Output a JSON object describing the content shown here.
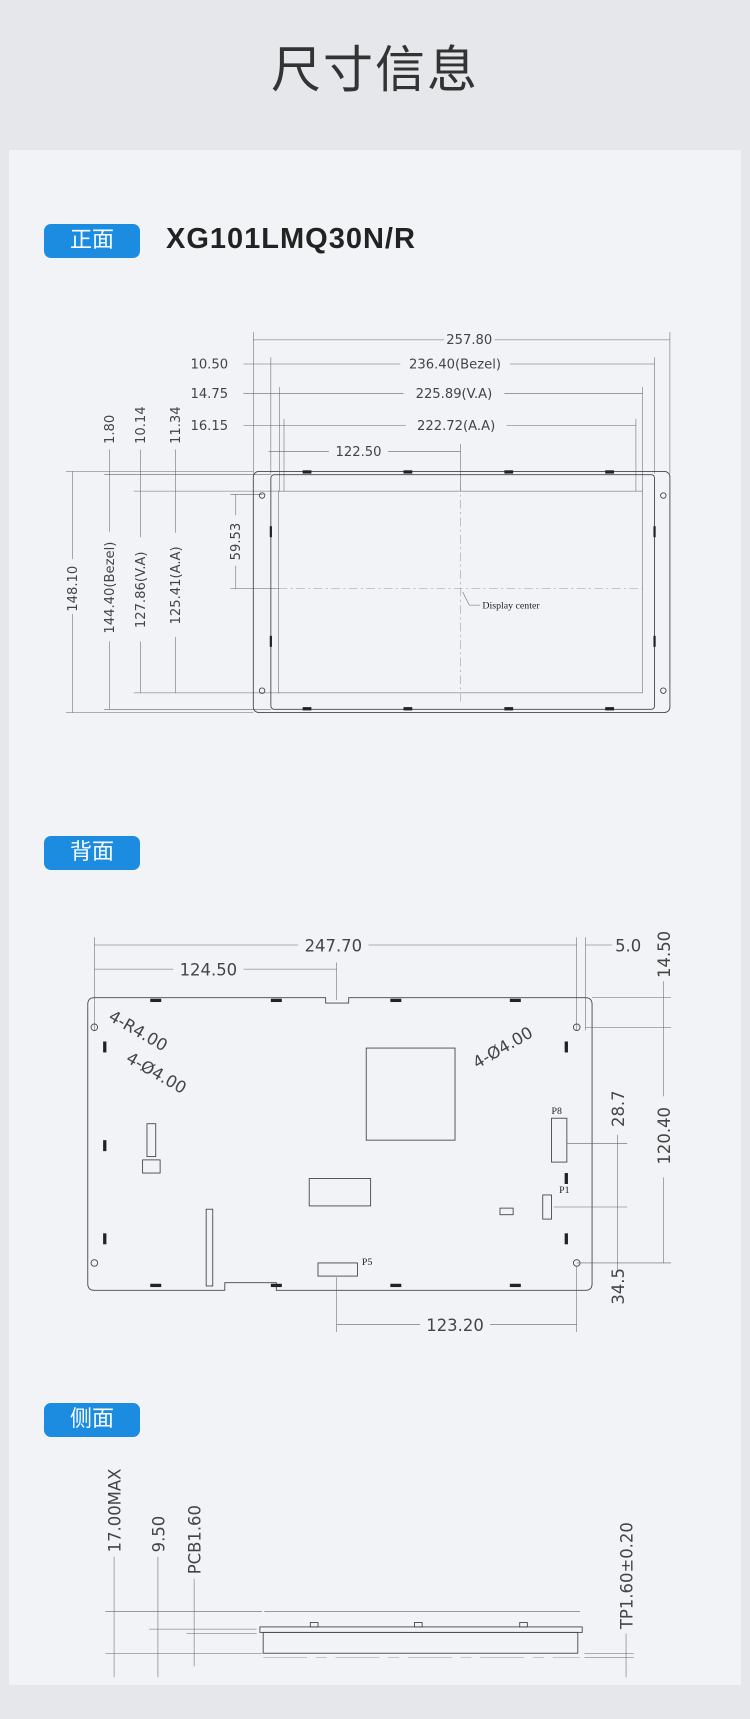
{
  "page_title": "尺寸信息",
  "accent_color": "#1b8ce0",
  "front": {
    "badge": "正面",
    "model": "XG101LMQ30N/R",
    "dims": {
      "overall_width": "257.80",
      "bezel_width": "236.40(Bezel)",
      "bezel_offset": "10.50",
      "va_width": "225.89(V.A)",
      "va_offset": "14.75",
      "aa_width": "222.72(A.A)",
      "aa_offset": "16.15",
      "center_x": "122.50",
      "top_bezel": "1.80",
      "top_va": "10.14",
      "top_aa": "11.34",
      "overall_height": "148.10",
      "bezel_height": "144.40(Bezel)",
      "va_height": "127.86(V.A)",
      "aa_height": "125.41(A.A)",
      "center_y": "59.53"
    },
    "display_center_label": "Display center"
  },
  "back": {
    "badge": "背面",
    "dims": {
      "hole_span_x": "247.70",
      "connector_x": "124.50",
      "right_margin": "5.0",
      "top_margin": "14.50",
      "hole_span_y": "120.40",
      "p8_offset": "28.7",
      "p1_offset": "34.5",
      "p5_offset": "123.20",
      "corner_radius": "4-R4.00",
      "hole_left": "4-Ø4.00",
      "hole_right": "4-Ø4.00"
    },
    "connectors": [
      "P8",
      "P1",
      "P5"
    ]
  },
  "side": {
    "badge": "侧面",
    "dims": {
      "total": "17.00MAX",
      "mid": "9.50",
      "pcb": "PCB1.60",
      "tp": "TP1.60±0.20"
    }
  }
}
